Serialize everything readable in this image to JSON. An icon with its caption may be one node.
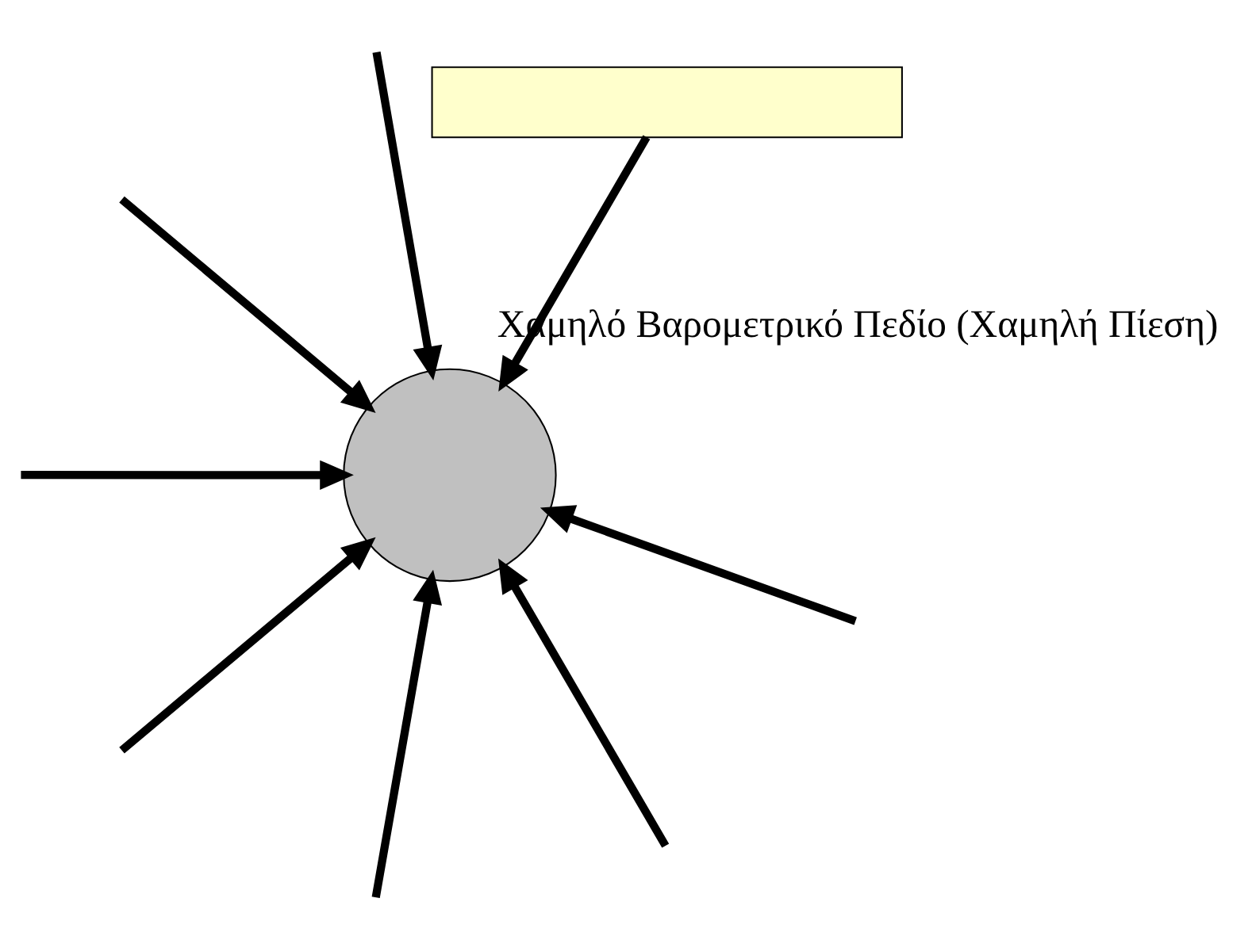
{
  "diagram": {
    "nodes": [
      {
        "text": [],
        "shape": "box"
      },
      {
        "text": [],
        "shape": "circle",
        "beside": [
          "Χαμηλό Βαρομετρικό Πεδίο (Χαμηλή Πίεση)"
        ]
      }
    ],
    "edges": [
      {
        "from": null,
        "to": 1,
        "arrow": "to"
      },
      {
        "from": 0,
        "to": 1,
        "arrow": "to"
      },
      {
        "from": null,
        "to": 1,
        "arrow": "to"
      },
      {
        "from": null,
        "to": 1,
        "arrow": "to"
      },
      {
        "from": null,
        "to": 1,
        "arrow": "to"
      },
      {
        "from": null,
        "to": 1,
        "arrow": "to"
      },
      {
        "from": null,
        "to": 1,
        "arrow": "to"
      },
      {
        "from": null,
        "to": 1,
        "arrow": "to"
      }
    ]
  }
}
